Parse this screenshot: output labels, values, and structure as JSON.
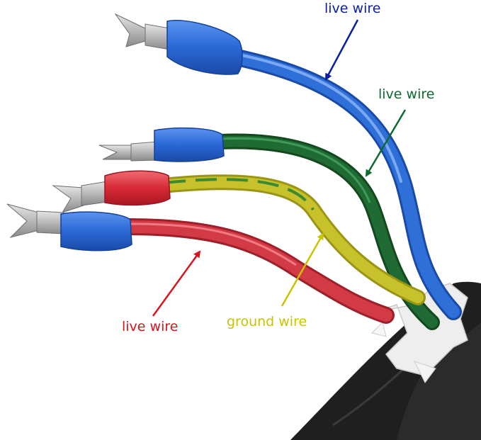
{
  "labels": {
    "blue": "live wire",
    "green": "live wire",
    "yellow": "ground wire",
    "red": "live wire"
  },
  "colors": {
    "blue_label": "#0a1fa8",
    "green_label": "#0d6a2e",
    "yellow_label": "#c9c400",
    "red_label": "#d9141e",
    "blue_wire": "#2f6fd8",
    "green_wire": "#1f6b33",
    "yellow_wire": "#c7c22b",
    "ground_stripe": "#3b8a32",
    "red_wire": "#d23a45",
    "blue_sleeve": "#2a68d6",
    "red_sleeve": "#d62a36",
    "cable_jacket": "#1f1f1f",
    "terminal_metal": "#b8b8b8"
  }
}
